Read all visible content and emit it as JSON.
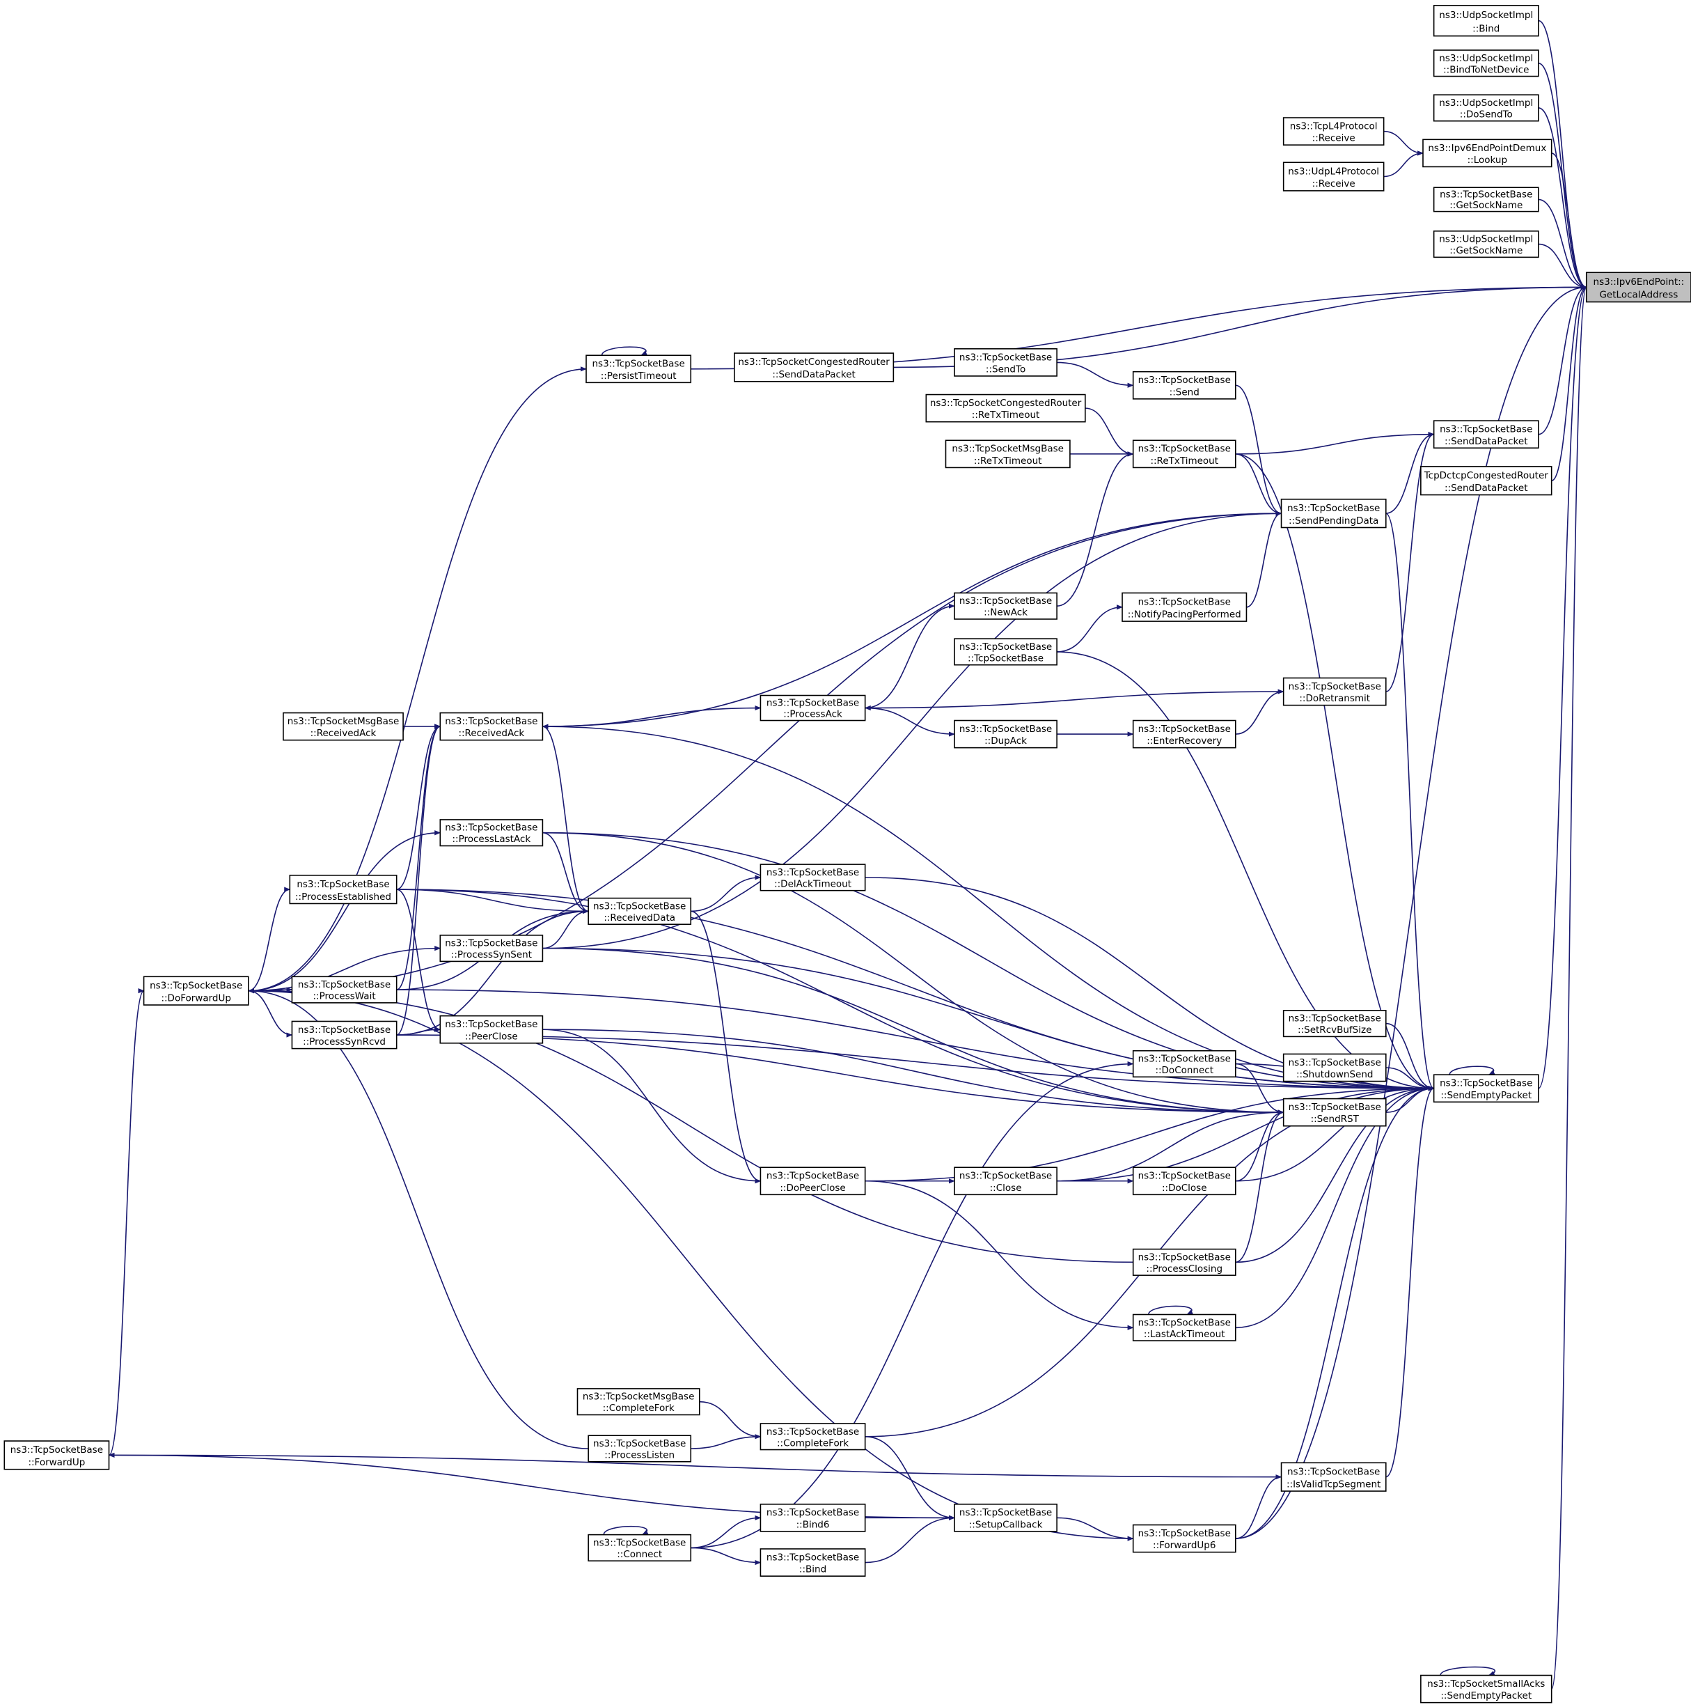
{
  "graph": {
    "root": "n0",
    "nodes": [
      {
        "id": "n0",
        "lines": [
          "ns3::Ipv6EndPoint::",
          "GetLocalAddress"
        ],
        "root": true
      },
      {
        "id": "n1",
        "lines": [
          "ns3::UdpSocketImpl",
          "::Bind"
        ]
      },
      {
        "id": "n2",
        "lines": [
          "ns3::UdpSocketImpl",
          "::BindToNetDevice"
        ]
      },
      {
        "id": "n3",
        "lines": [
          "ns3::UdpSocketImpl",
          "::DoSendTo"
        ]
      },
      {
        "id": "n4",
        "lines": [
          "ns3::Ipv6EndPointDemux",
          "::Lookup"
        ]
      },
      {
        "id": "n5",
        "lines": [
          "ns3::TcpL4Protocol",
          "::Receive"
        ]
      },
      {
        "id": "n6",
        "lines": [
          "ns3::UdpL4Protocol",
          "::Receive"
        ]
      },
      {
        "id": "n7",
        "lines": [
          "ns3::TcpSocketBase",
          "::GetSockName"
        ]
      },
      {
        "id": "n8",
        "lines": [
          "ns3::UdpSocketImpl",
          "::GetSockName"
        ]
      },
      {
        "id": "n9",
        "lines": [
          "ns3::TcpSocketBase",
          "::PersistTimeout"
        ]
      },
      {
        "id": "n10",
        "lines": [
          "ns3::TcpSocketCongestedRouter",
          "::SendDataPacket"
        ]
      },
      {
        "id": "n11",
        "lines": [
          "ns3::TcpSocketBase",
          "::SendTo"
        ]
      },
      {
        "id": "n12",
        "lines": [
          "ns3::TcpSocketBase",
          "::Send"
        ]
      },
      {
        "id": "n13",
        "lines": [
          "ns3::TcpSocketCongestedRouter",
          "::ReTxTimeout"
        ]
      },
      {
        "id": "n14",
        "lines": [
          "ns3::TcpSocketBase",
          "::SendDataPacket"
        ]
      },
      {
        "id": "n15",
        "lines": [
          "ns3::TcpSocketMsgBase",
          "::ReTxTimeout"
        ]
      },
      {
        "id": "n16",
        "lines": [
          "ns3::TcpSocketBase",
          "::ReTxTimeout"
        ]
      },
      {
        "id": "n17",
        "lines": [
          "TcpDctcpCongestedRouter",
          "::SendDataPacket"
        ]
      },
      {
        "id": "n18",
        "lines": [
          "ns3::TcpSocketBase",
          "::SendPendingData"
        ]
      },
      {
        "id": "n19",
        "lines": [
          "ns3::TcpSocketBase",
          "::NewAck"
        ]
      },
      {
        "id": "n20",
        "lines": [
          "ns3::TcpSocketBase",
          "::NotifyPacingPerformed"
        ]
      },
      {
        "id": "n21",
        "lines": [
          "ns3::TcpSocketBase",
          "::TcpSocketBase"
        ]
      },
      {
        "id": "n22",
        "lines": [
          "ns3::TcpSocketBase",
          "::DoRetransmit"
        ]
      },
      {
        "id": "n23",
        "lines": [
          "ns3::TcpSocketMsgBase",
          "::ReceivedAck"
        ]
      },
      {
        "id": "n24",
        "lines": [
          "ns3::TcpSocketBase",
          "::ReceivedAck"
        ]
      },
      {
        "id": "n25",
        "lines": [
          "ns3::TcpSocketBase",
          "::ProcessAck"
        ]
      },
      {
        "id": "n26",
        "lines": [
          "ns3::TcpSocketBase",
          "::DupAck"
        ]
      },
      {
        "id": "n27",
        "lines": [
          "ns3::TcpSocketBase",
          "::EnterRecovery"
        ]
      },
      {
        "id": "n28",
        "lines": [
          "ns3::TcpSocketBase",
          "::ProcessLastAck"
        ]
      },
      {
        "id": "n29",
        "lines": [
          "ns3::TcpSocketBase",
          "::DelAckTimeout"
        ]
      },
      {
        "id": "n30",
        "lines": [
          "ns3::TcpSocketBase",
          "::ProcessEstablished"
        ]
      },
      {
        "id": "n31",
        "lines": [
          "ns3::TcpSocketBase",
          "::ReceivedData"
        ]
      },
      {
        "id": "n32",
        "lines": [
          "ns3::TcpSocketBase",
          "::ProcessSynSent"
        ]
      },
      {
        "id": "n33",
        "lines": [
          "ns3::TcpSocketBase",
          "::DoForwardUp"
        ]
      },
      {
        "id": "n34",
        "lines": [
          "ns3::TcpSocketBase",
          "::ProcessWait"
        ]
      },
      {
        "id": "n35",
        "lines": [
          "ns3::TcpSocketBase",
          "::SetRcvBufSize"
        ]
      },
      {
        "id": "n36",
        "lines": [
          "ns3::TcpSocketBase",
          "::ProcessSynRcvd"
        ]
      },
      {
        "id": "n37",
        "lines": [
          "ns3::TcpSocketBase",
          "::PeerClose"
        ]
      },
      {
        "id": "n38",
        "lines": [
          "ns3::TcpSocketBase",
          "::ShutdownSend"
        ]
      },
      {
        "id": "n39",
        "lines": [
          "ns3::TcpSocketBase",
          "::DoConnect"
        ]
      },
      {
        "id": "n40",
        "lines": [
          "ns3::TcpSocketBase",
          "::SendEmptyPacket"
        ]
      },
      {
        "id": "n41",
        "lines": [
          "ns3::TcpSocketBase",
          "::SendRST"
        ]
      },
      {
        "id": "n42",
        "lines": [
          "ns3::TcpSocketBase",
          "::DoPeerClose"
        ]
      },
      {
        "id": "n43",
        "lines": [
          "ns3::TcpSocketBase",
          "::Close"
        ]
      },
      {
        "id": "n44",
        "lines": [
          "ns3::TcpSocketBase",
          "::DoClose"
        ]
      },
      {
        "id": "n45",
        "lines": [
          "ns3::TcpSocketBase",
          "::ProcessClosing"
        ]
      },
      {
        "id": "n46",
        "lines": [
          "ns3::TcpSocketBase",
          "::LastAckTimeout"
        ]
      },
      {
        "id": "n47",
        "lines": [
          "ns3::TcpSocketMsgBase",
          "::CompleteFork"
        ]
      },
      {
        "id": "n48",
        "lines": [
          "ns3::TcpSocketBase",
          "::CompleteFork"
        ]
      },
      {
        "id": "n49",
        "lines": [
          "ns3::TcpSocketBase",
          "::ForwardUp"
        ]
      },
      {
        "id": "n50",
        "lines": [
          "ns3::TcpSocketBase",
          "::ProcessListen"
        ]
      },
      {
        "id": "n51",
        "lines": [
          "ns3::TcpSocketBase",
          "::IsValidTcpSegment"
        ]
      },
      {
        "id": "n52",
        "lines": [
          "ns3::TcpSocketBase",
          "::Bind6"
        ]
      },
      {
        "id": "n53",
        "lines": [
          "ns3::TcpSocketBase",
          "::SetupCallback"
        ]
      },
      {
        "id": "n54",
        "lines": [
          "ns3::TcpSocketBase",
          "::Connect"
        ]
      },
      {
        "id": "n55",
        "lines": [
          "ns3::TcpSocketBase",
          "::ForwardUp6"
        ]
      },
      {
        "id": "n56",
        "lines": [
          "ns3::TcpSocketBase",
          "::Bind"
        ]
      },
      {
        "id": "n57",
        "lines": [
          "ns3::TcpSocketSmallAcks",
          "::SendEmptyPacket"
        ]
      }
    ],
    "edges": [
      [
        "n1",
        "n0"
      ],
      [
        "n2",
        "n0"
      ],
      [
        "n3",
        "n0"
      ],
      [
        "n4",
        "n0"
      ],
      [
        "n7",
        "n0"
      ],
      [
        "n8",
        "n0"
      ],
      [
        "n9",
        "n0"
      ],
      [
        "n10",
        "n0"
      ],
      [
        "n14",
        "n0"
      ],
      [
        "n17",
        "n0"
      ],
      [
        "n40",
        "n0"
      ],
      [
        "n55",
        "n0"
      ],
      [
        "n57",
        "n0"
      ],
      [
        "n5",
        "n4"
      ],
      [
        "n6",
        "n4"
      ],
      [
        "n9",
        "n9"
      ],
      [
        "n33",
        "n9"
      ],
      [
        "n11",
        "n12"
      ],
      [
        "n13",
        "n16"
      ],
      [
        "n15",
        "n16"
      ],
      [
        "n19",
        "n16"
      ],
      [
        "n16",
        "n14"
      ],
      [
        "n18",
        "n14"
      ],
      [
        "n22",
        "n14"
      ],
      [
        "n12",
        "n18"
      ],
      [
        "n16",
        "n18"
      ],
      [
        "n20",
        "n18"
      ],
      [
        "n24",
        "n18"
      ],
      [
        "n32",
        "n18"
      ],
      [
        "n33",
        "n18"
      ],
      [
        "n21",
        "n20"
      ],
      [
        "n25",
        "n19"
      ],
      [
        "n22",
        "n25"
      ],
      [
        "n24",
        "n25"
      ],
      [
        "n25",
        "n26"
      ],
      [
        "n27",
        "n22"
      ],
      [
        "n26",
        "n27"
      ],
      [
        "n23",
        "n24"
      ],
      [
        "n30",
        "n24"
      ],
      [
        "n31",
        "n24"
      ],
      [
        "n34",
        "n24"
      ],
      [
        "n36",
        "n24"
      ],
      [
        "n33",
        "n28"
      ],
      [
        "n33",
        "n30"
      ],
      [
        "n33",
        "n32"
      ],
      [
        "n33",
        "n34"
      ],
      [
        "n33",
        "n36"
      ],
      [
        "n30",
        "n31"
      ],
      [
        "n32",
        "n31"
      ],
      [
        "n36",
        "n31"
      ],
      [
        "n28",
        "n31"
      ],
      [
        "n34",
        "n31"
      ],
      [
        "n31",
        "n29"
      ],
      [
        "n30",
        "n37"
      ],
      [
        "n36",
        "n37"
      ],
      [
        "n31",
        "n42"
      ],
      [
        "n37",
        "n42"
      ],
      [
        "n42",
        "n43"
      ],
      [
        "n43",
        "n44"
      ],
      [
        "n54",
        "n39"
      ],
      [
        "n54",
        "n54"
      ],
      [
        "n46",
        "n46"
      ],
      [
        "n42",
        "n46"
      ],
      [
        "n45",
        "n33"
      ],
      [
        "n49",
        "n33"
      ],
      [
        "n50",
        "n33"
      ],
      [
        "n55",
        "n33"
      ],
      [
        "n53",
        "n49"
      ],
      [
        "n47",
        "n48"
      ],
      [
        "n50",
        "n48"
      ],
      [
        "n48",
        "n53"
      ],
      [
        "n52",
        "n53"
      ],
      [
        "n56",
        "n53"
      ],
      [
        "n54",
        "n52"
      ],
      [
        "n54",
        "n56"
      ],
      [
        "n53",
        "n55"
      ],
      [
        "n55",
        "n51"
      ],
      [
        "n51",
        "n49"
      ],
      [
        "n35",
        "n40"
      ],
      [
        "n38",
        "n40"
      ],
      [
        "n39",
        "n40"
      ],
      [
        "n41",
        "n40"
      ],
      [
        "n43",
        "n40"
      ],
      [
        "n44",
        "n40"
      ],
      [
        "n45",
        "n40"
      ],
      [
        "n46",
        "n40"
      ],
      [
        "n48",
        "n40"
      ],
      [
        "n51",
        "n40"
      ],
      [
        "n55",
        "n40"
      ],
      [
        "n42",
        "n40"
      ],
      [
        "n16",
        "n40"
      ],
      [
        "n18",
        "n40"
      ],
      [
        "n21",
        "n40"
      ],
      [
        "n29",
        "n40"
      ],
      [
        "n24",
        "n40"
      ],
      [
        "n28",
        "n40"
      ],
      [
        "n30",
        "n40"
      ],
      [
        "n32",
        "n40"
      ],
      [
        "n34",
        "n40"
      ],
      [
        "n36",
        "n40"
      ],
      [
        "n40",
        "n40"
      ],
      [
        "n39",
        "n41"
      ],
      [
        "n43",
        "n41"
      ],
      [
        "n44",
        "n41"
      ],
      [
        "n45",
        "n41"
      ],
      [
        "n30",
        "n41"
      ],
      [
        "n36",
        "n41"
      ],
      [
        "n32",
        "n41"
      ],
      [
        "n28",
        "n41"
      ],
      [
        "n37",
        "n41"
      ],
      [
        "n57",
        "n57"
      ]
    ]
  }
}
